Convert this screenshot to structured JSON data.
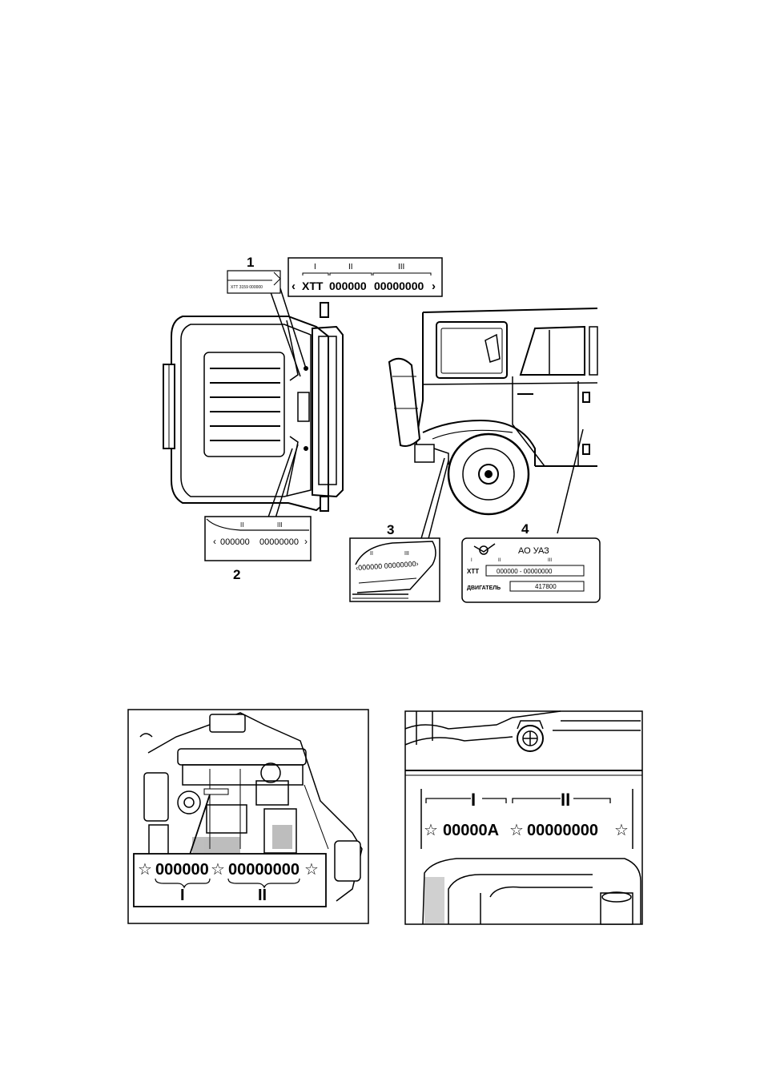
{
  "callouts": {
    "c1": "1",
    "c2": "2",
    "c3": "3",
    "c4": "4"
  },
  "vin_plate_top": {
    "group_labels": [
      "I",
      "II",
      "III"
    ],
    "open_bracket": "‹",
    "close_bracket": "›",
    "wmi": "XTT",
    "vds": "000000",
    "vis": "00000000"
  },
  "small_tag_top": {
    "text": "XTT 3159 000000"
  },
  "frame_stamp_2": {
    "group_labels": [
      "II",
      "III"
    ],
    "open_bracket": "‹",
    "close_bracket": "›",
    "vds": "000000",
    "vis": "00000000"
  },
  "frame_stamp_3": {
    "group_labels": [
      "II",
      "III"
    ],
    "text": "‹000000 00000000›"
  },
  "data_plate_4": {
    "brand": "АО  УАЗ",
    "group_labels": [
      "I",
      "II",
      "III"
    ],
    "wmi": "XTT",
    "vin_value": "000000 - 00000000",
    "engine_label": "ДВИГАТЕЛЬ",
    "engine_value": "417800"
  },
  "engine_stamp_left": {
    "star": "☆",
    "part1": "000000",
    "part2": "00000000",
    "group_labels": [
      "I",
      "II"
    ]
  },
  "engine_stamp_right": {
    "star": "☆",
    "part1": "00000А",
    "part2": "00000000",
    "group_labels": [
      "I",
      "II"
    ]
  },
  "colors": {
    "ink": "#000000",
    "paper": "#ffffff",
    "shade": "#444444"
  }
}
